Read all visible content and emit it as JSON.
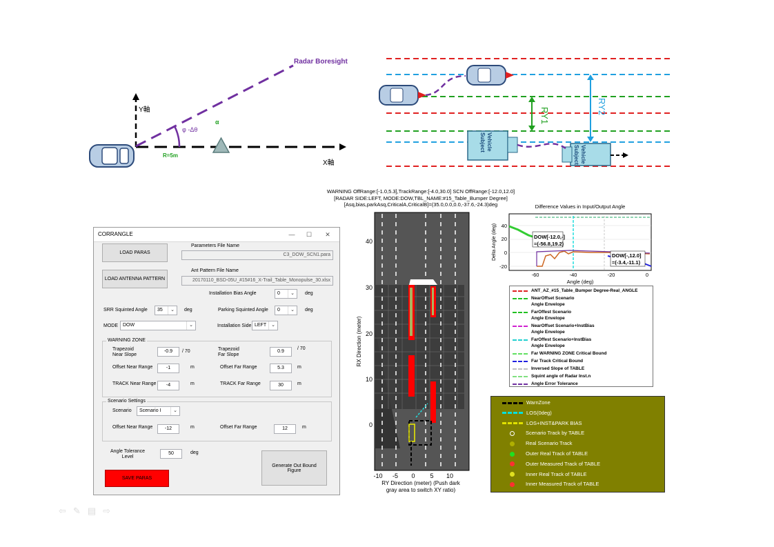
{
  "diagram_left": {
    "radar_boresight": "Radar Boresight",
    "y_axis": "Y軸",
    "x_axis": "X軸",
    "angle": "φ -Δθ",
    "alpha": "α",
    "range": "R=5m"
  },
  "diagram_right": {
    "ry1": "RY1",
    "ry2": "RY2",
    "subject_vehicle": "Subject Vehicle"
  },
  "dialog": {
    "title": "CORRANGLE",
    "load_paras": "LOAD PARAS",
    "params_file_label": "Parameters File Name",
    "params_file_value": "C3_DOW_SCN1.para",
    "load_antenna": "LOAD ANTENNA PATTERN",
    "ant_file_label": "Ant Pattern File Name",
    "ant_file_value": "20170110_BSD-05U_#15#16_X-Trail_Table_Monopulse_30.xlsx",
    "install_bias_label": "Installation Bias Angle",
    "install_bias_value": "0",
    "deg": "deg",
    "srr_label": "SRR Squinted Angle",
    "srr_value": "35",
    "parking_label": "Parking Squinted Angle",
    "parking_value": "0",
    "mode_label": "MODE",
    "mode_value": "DOW",
    "install_side_label": "Installation Side",
    "install_side_value": "LEFT",
    "warning_zone": "WARNING ZONE",
    "trap_near_label": "Trapezoid\nNear Slope",
    "trap_near_value": "-0.9",
    "trap_far_label": "Trapezoid\nFar Slope",
    "trap_far_value": "0.9",
    "per70": "/ 70",
    "m": "m",
    "offset_near_label": "Offset Near Range",
    "offset_near_value": "-1",
    "offset_far_label": "Offset Far Range",
    "offset_far_value": "5.3",
    "track_near_label": "TRACK Near Range",
    "track_near_value": "-4",
    "track_far_label": "TRACK Far Range",
    "track_far_value": "30",
    "scenario_settings": "Scenario Settings",
    "scenario_label": "Scenario",
    "scenario_value": "Scenario I",
    "sc_offset_near_value": "-12",
    "sc_offset_far_value": "12",
    "angle_tol_label": "Angle Tolerance\nLevel",
    "angle_tol_value": "50",
    "save_paras": "SAVE PARAS",
    "generate": "Generate Out Bound Figure"
  },
  "plot_main": {
    "title1": "WARNING OffRange:[-1.0,5.3],TrackRange:[-4.0,30.0] SCN OffRange:[-12.0,12.0]",
    "title2": "[RADAR SIDE:LEFT, MODE:DOW,TBL_NAME:#15_Table_Bumper Degree]",
    "title3": "[Asq,bias,parkAsq,CriticalA,CriticalB]=(35.0,0.0,0.0,-37.6,-24.3)deg",
    "ylabel": "RX Direction (meter)",
    "xlabel1": "RY Direction (meter) (Push dark",
    "xlabel2": "gray area to switch XY ratio)",
    "yticks": [
      "40",
      "30",
      "20",
      "10",
      "0"
    ],
    "xticks": [
      "-10",
      "-5",
      "0",
      "5",
      "10"
    ]
  },
  "plot_diff": {
    "title": "Difference Values in Input/Output Angle",
    "ylabel": "Delta Angle (deg)",
    "xlabel": "Angle (deg)",
    "yticks": [
      "40",
      "20",
      "0",
      "-20"
    ],
    "xticks": [
      "-60",
      "-40",
      "-20",
      "0"
    ],
    "tip1_a": "DOW[-12.0,-]",
    "tip1_b": "=(-56.8,19.2)",
    "tip2_a": "DOW[-,12.0]",
    "tip2_b": "=(-3.4,-11.1)"
  },
  "legend1": [
    {
      "text": "ANT_AZ_#15_Table_Bumper Degree-Real_ANGLE",
      "color": "#e02020"
    },
    {
      "text": "NearOffset Scenario\nAngle Envelope",
      "color": "#20c020"
    },
    {
      "text": "FarOffest Scenario\nAngle Envelope",
      "color": "#20c020"
    },
    {
      "text": "NearOffset Scenario+InstBias\nAngle Envelope",
      "color": "#d020d0"
    },
    {
      "text": "FarOffest Scenario+InstBias\nAngle Envelope",
      "color": "#20d0d0"
    },
    {
      "text": "Far WARNING ZONE Critical Bound",
      "color": "#60e060"
    },
    {
      "text": "Far Track Critical Bound",
      "color": "#2020e0"
    },
    {
      "text": "Inversed Slope of TABLE",
      "color": "#c0c0c0"
    },
    {
      "text": "Squint angle of Radar Inst.n",
      "color": "#80e080"
    },
    {
      "text": "Angle Error Tolerance",
      "color": "#7030a0"
    }
  ],
  "legend2": [
    {
      "text": "WarnZone",
      "color": "#000000"
    },
    {
      "text": "LOS(0deg)",
      "color": "#00e0e0"
    },
    {
      "text": "LOS+INST&PARK BIAS",
      "color": "#e0e000"
    },
    {
      "text": "Scenario Track by TABLE",
      "color": "#ffffff"
    },
    {
      "text": "Real Scenario Track",
      "color": "#b0b000"
    },
    {
      "text": "Outer Real Track of TABLE",
      "color": "#20e020"
    },
    {
      "text": "Outer Measured Track of TABLE",
      "color": "#ff3030"
    },
    {
      "text": "Inner Real Track of TABLE",
      "color": "#e0e020"
    },
    {
      "text": "Inner Measured Track of TABLE",
      "color": "#ff3030"
    }
  ]
}
